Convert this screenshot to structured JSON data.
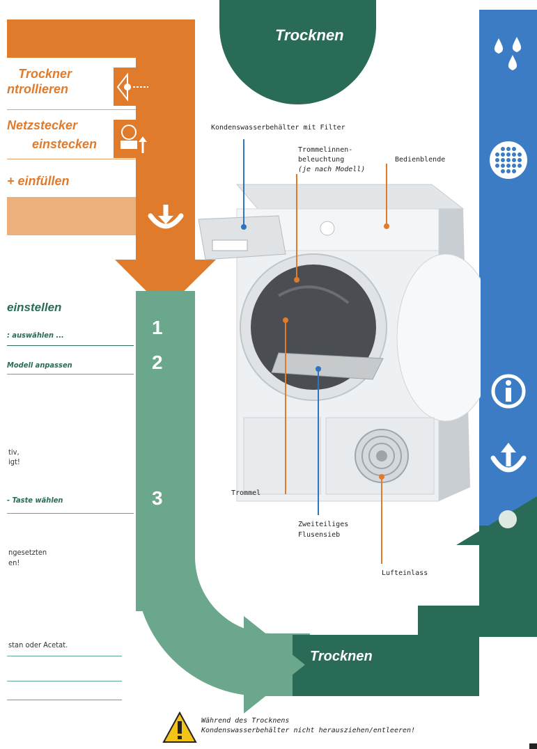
{
  "header": {
    "title_top": "Trocknen",
    "title_bottom": "Trocknen"
  },
  "orange_panel": {
    "items": [
      {
        "line1": "Trockner",
        "line2": "ntrollieren"
      },
      {
        "line1": "Netzstecker",
        "line2": "einstecken"
      },
      {
        "line1": "+ einfüllen",
        "line2": ""
      }
    ]
  },
  "steps": [
    "1",
    "2",
    "3"
  ],
  "left_section": {
    "heading": "einstellen",
    "row1": ": auswählen ...",
    "row2": "Modell anpassen",
    "note1a": "tiv,",
    "note1b": "igt!",
    "row3": "- Taste wählen",
    "note2a": "ngesetzten",
    "note2b": "en!",
    "note3": "stan oder Acetat."
  },
  "diagram": {
    "labels": {
      "condensate": "Kondenswasserbehälter mit Filter",
      "lighting1": "Trommelinnen-",
      "lighting2": "beleuchtung",
      "lighting3": "(je nach Modell)",
      "panel": "Bedienblende",
      "drum": "Trommel",
      "filter1": "Zweiteiliges",
      "filter2": "Flusensieb",
      "air": "Lufteinlass"
    }
  },
  "warning": {
    "line1": "Während des Trocknens",
    "line2": "Kondenswasserbehälter nicht herausziehen/entleeren!"
  },
  "right_bar_icons": [
    "water-drops-icon",
    "filter-dots-icon",
    "info-icon",
    "unload-arrow-icon"
  ],
  "colors": {
    "orange": "#e07b2c",
    "light_orange": "#edb07d",
    "teal": "#6aa78c",
    "dark_green": "#2a6b57",
    "blue": "#3b7cc4"
  }
}
